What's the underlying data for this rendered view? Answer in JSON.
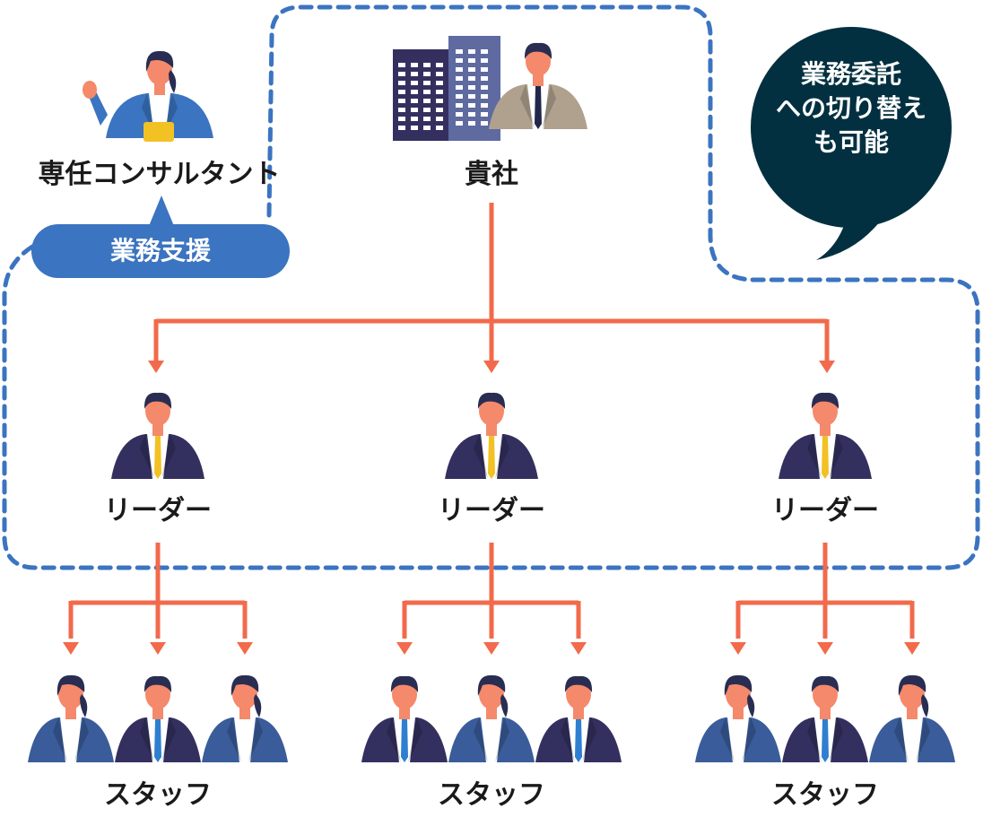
{
  "colors": {
    "arrow": "#f26a4b",
    "dashed_border": "#3b74c0",
    "pill": "#3b74c0",
    "bubble": "#033040",
    "suit_dark": "#33305f",
    "suit_blue": "#3a5c9a",
    "skin": "#f5896b",
    "hair": "#2a2d52",
    "tie_gold": "#f2c124",
    "tie_blue": "#2f7fd0",
    "building_dark": "#33305f",
    "building_mid": "#5e6aa0",
    "client_suit": "#b0a18e"
  },
  "consultant": {
    "label": "専任コンサルタント",
    "support_label": "業務支援"
  },
  "client": {
    "label": "貴社"
  },
  "bubble": {
    "lines": [
      "業務委託",
      "への切り替え",
      "も可能"
    ]
  },
  "leaders": [
    {
      "label": "リーダー"
    },
    {
      "label": "リーダー"
    },
    {
      "label": "リーダー"
    }
  ],
  "staff_groups": [
    {
      "label": "スタッフ",
      "members": [
        "female",
        "male",
        "female"
      ]
    },
    {
      "label": "スタッフ",
      "members": [
        "male",
        "female",
        "male"
      ]
    },
    {
      "label": "スタッフ",
      "members": [
        "female",
        "male",
        "female"
      ]
    }
  ]
}
